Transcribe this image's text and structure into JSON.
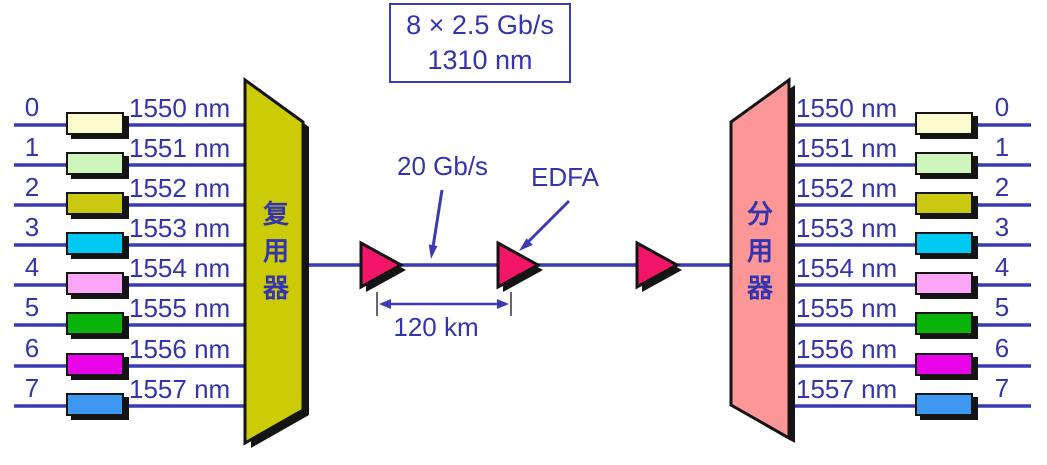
{
  "colors": {
    "blue": "#3434AE",
    "line_blue": "#3B3BB5",
    "mux_fill": "#CBCB06",
    "demux_fill": "#FD9697",
    "amp_fill": "#F21568",
    "shadow": "#141414"
  },
  "top_box": {
    "line1": "8 × 2.5 Gb/s",
    "line2": "1310 nm"
  },
  "mux_label": "复\n用\n器",
  "demux_label": "分\n用\n器",
  "labels": {
    "bitrate": "20 Gb/s",
    "edfa": "EDFA",
    "span": "120 km"
  },
  "channels": [
    {
      "number": "0",
      "wavelength": "1550 nm",
      "color": "#FBFBCE"
    },
    {
      "number": "1",
      "wavelength": "1551 nm",
      "color": "#CDF5BC"
    },
    {
      "number": "2",
      "wavelength": "1552 nm",
      "color": "#C9C911"
    },
    {
      "number": "3",
      "wavelength": "1553 nm",
      "color": "#00C9F2"
    },
    {
      "number": "4",
      "wavelength": "1554 nm",
      "color": "#FAA5F6"
    },
    {
      "number": "5",
      "wavelength": "1555 nm",
      "color": "#0AB30A"
    },
    {
      "number": "6",
      "wavelength": "1556 nm",
      "color": "#E903E9"
    },
    {
      "number": "7",
      "wavelength": "1557 nm",
      "color": "#3E97F0"
    }
  ]
}
